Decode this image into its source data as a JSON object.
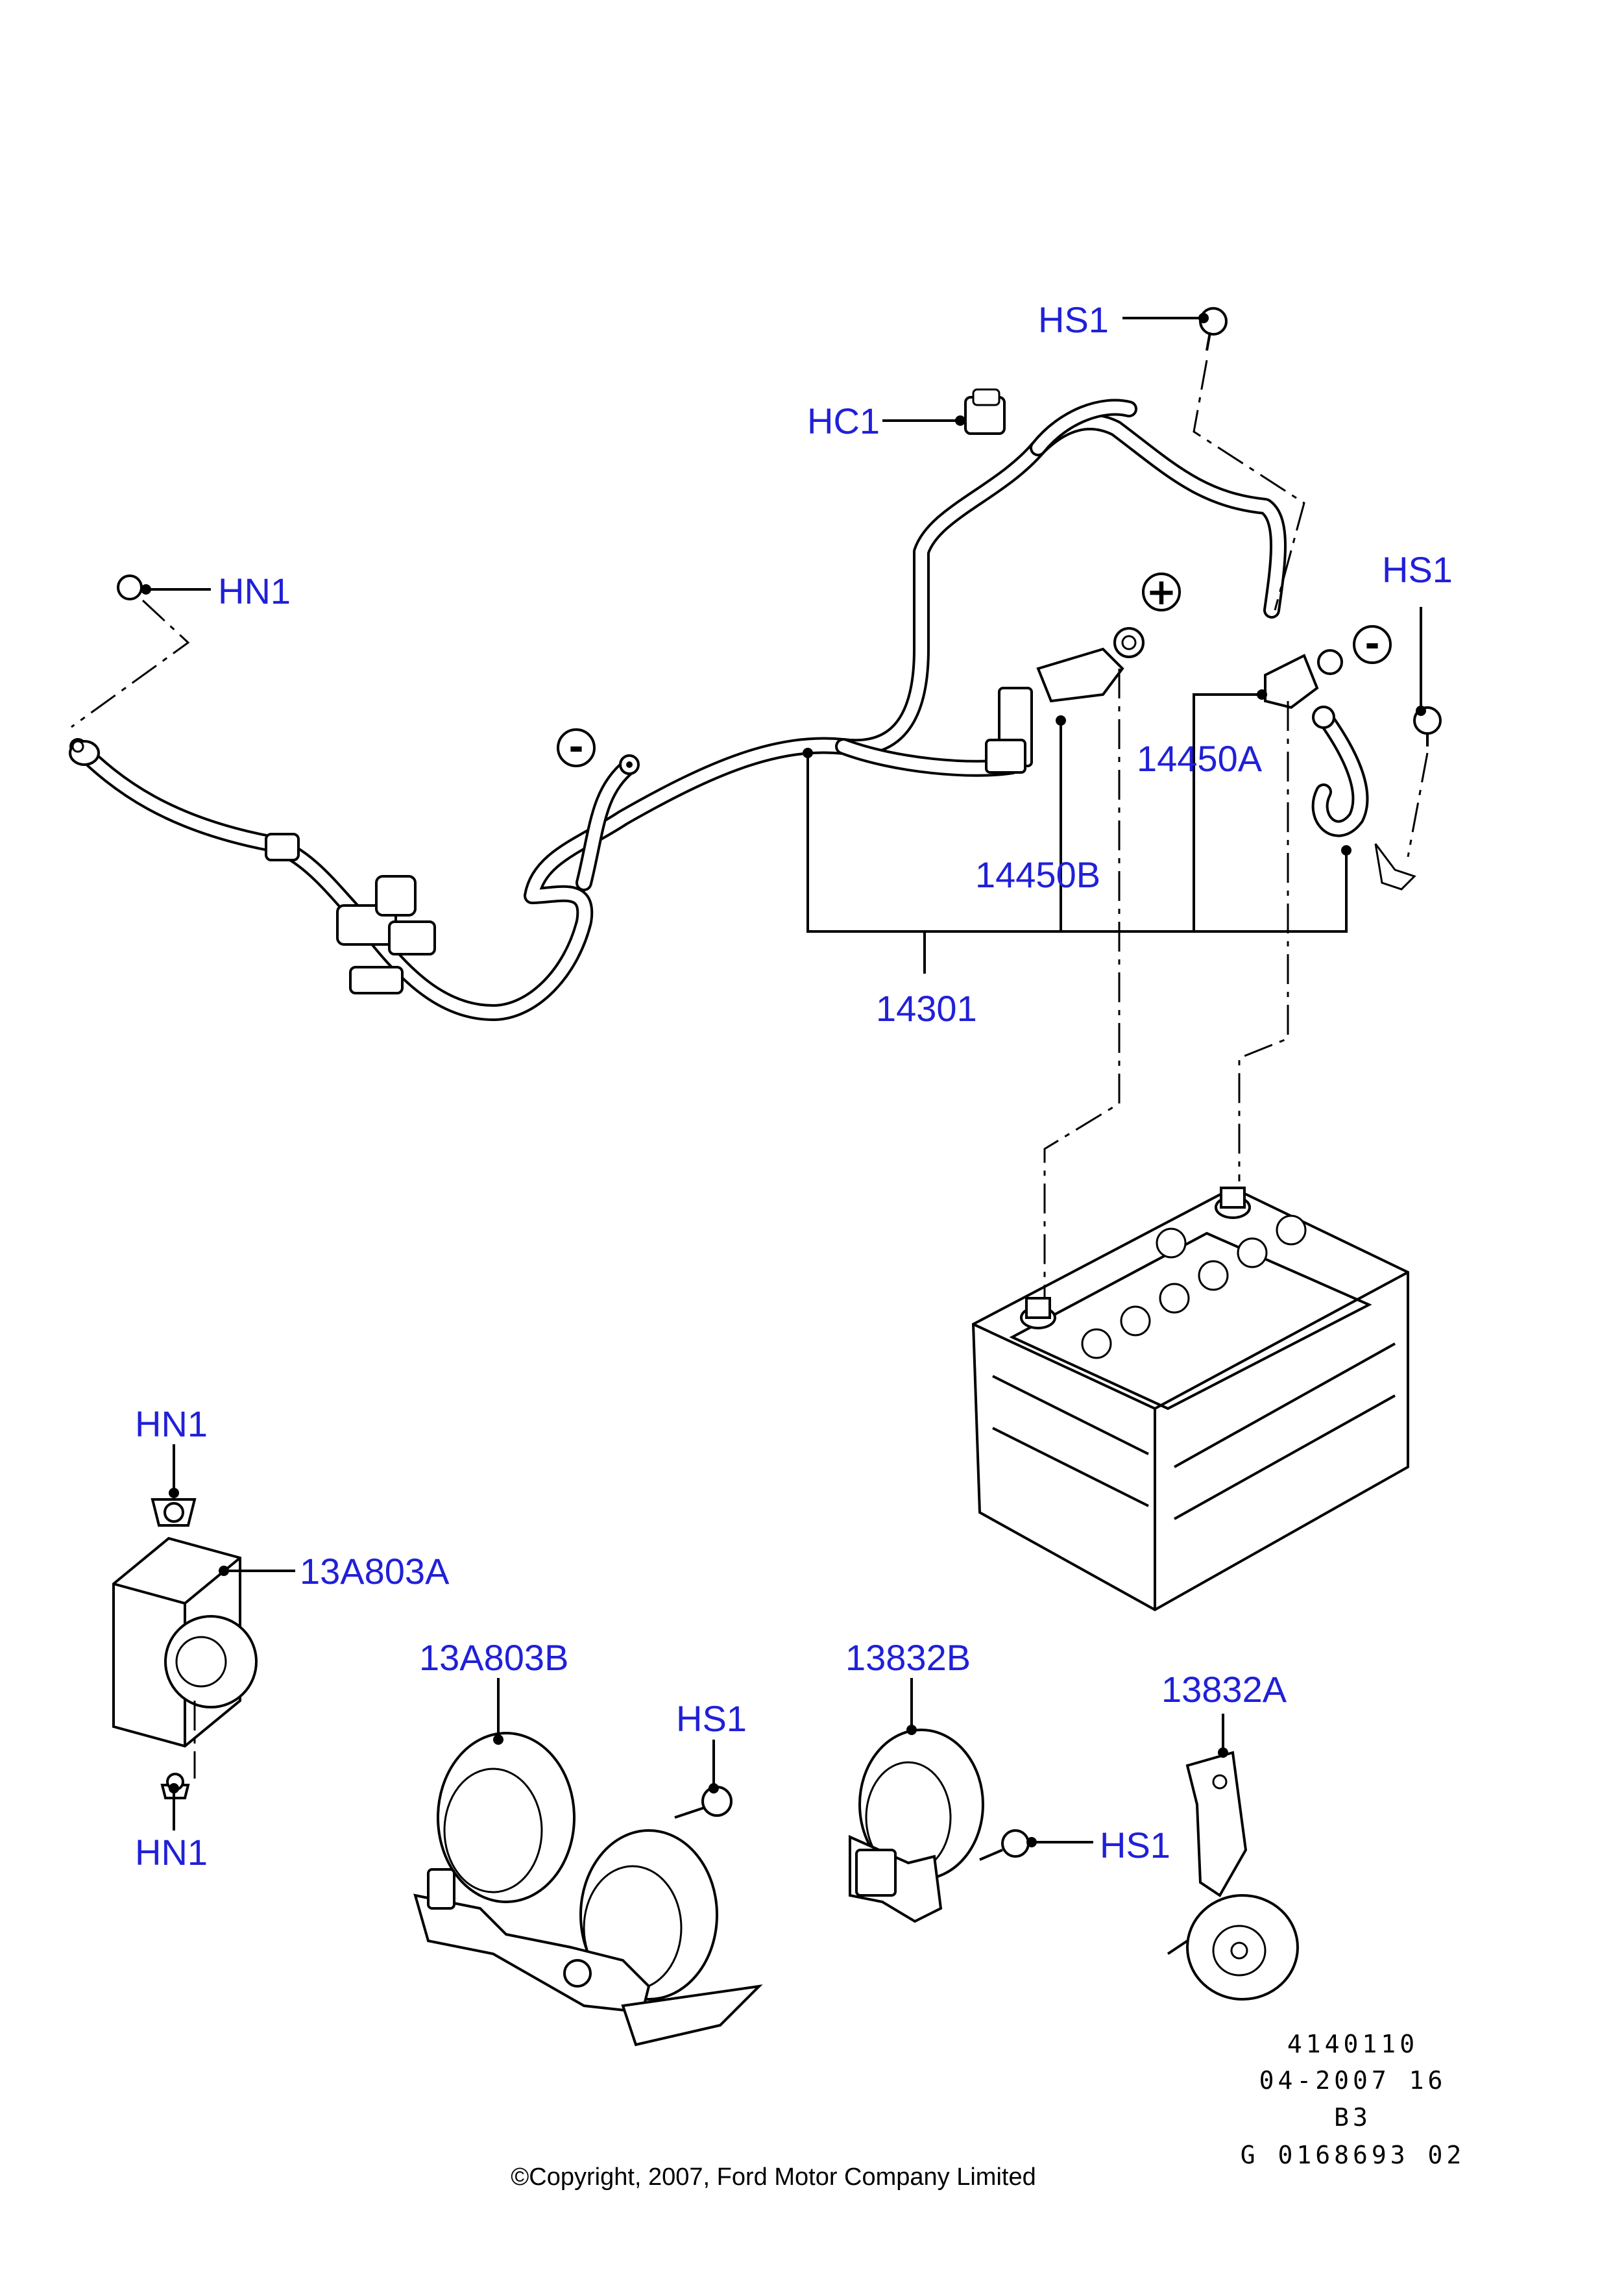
{
  "callouts": {
    "hs1_top": "HS1",
    "hc1": "HC1",
    "hn1_top": "HN1",
    "hs1_right": "HS1",
    "p14450a": "14450A",
    "p14450b": "14450B",
    "p14301": "14301",
    "hn1_upper": "HN1",
    "p13a803a": "13A803A",
    "hn1_lower": "HN1",
    "p13a803b": "13A803B",
    "hs1_horn_b": "HS1",
    "p13832b": "13832B",
    "hs1_horn_832": "HS1",
    "p13832a": "13832A"
  },
  "polarity": {
    "plus": "+",
    "minus": "-"
  },
  "meta": {
    "line1": "4140110",
    "line2": "04-2007 16",
    "line3": "B3",
    "line4": "G 0168693 02"
  },
  "copyright": "©Copyright, 2007, Ford Motor Company Limited",
  "colors": {
    "callout": "#2020d8",
    "line": "#000000",
    "background": "#ffffff"
  }
}
